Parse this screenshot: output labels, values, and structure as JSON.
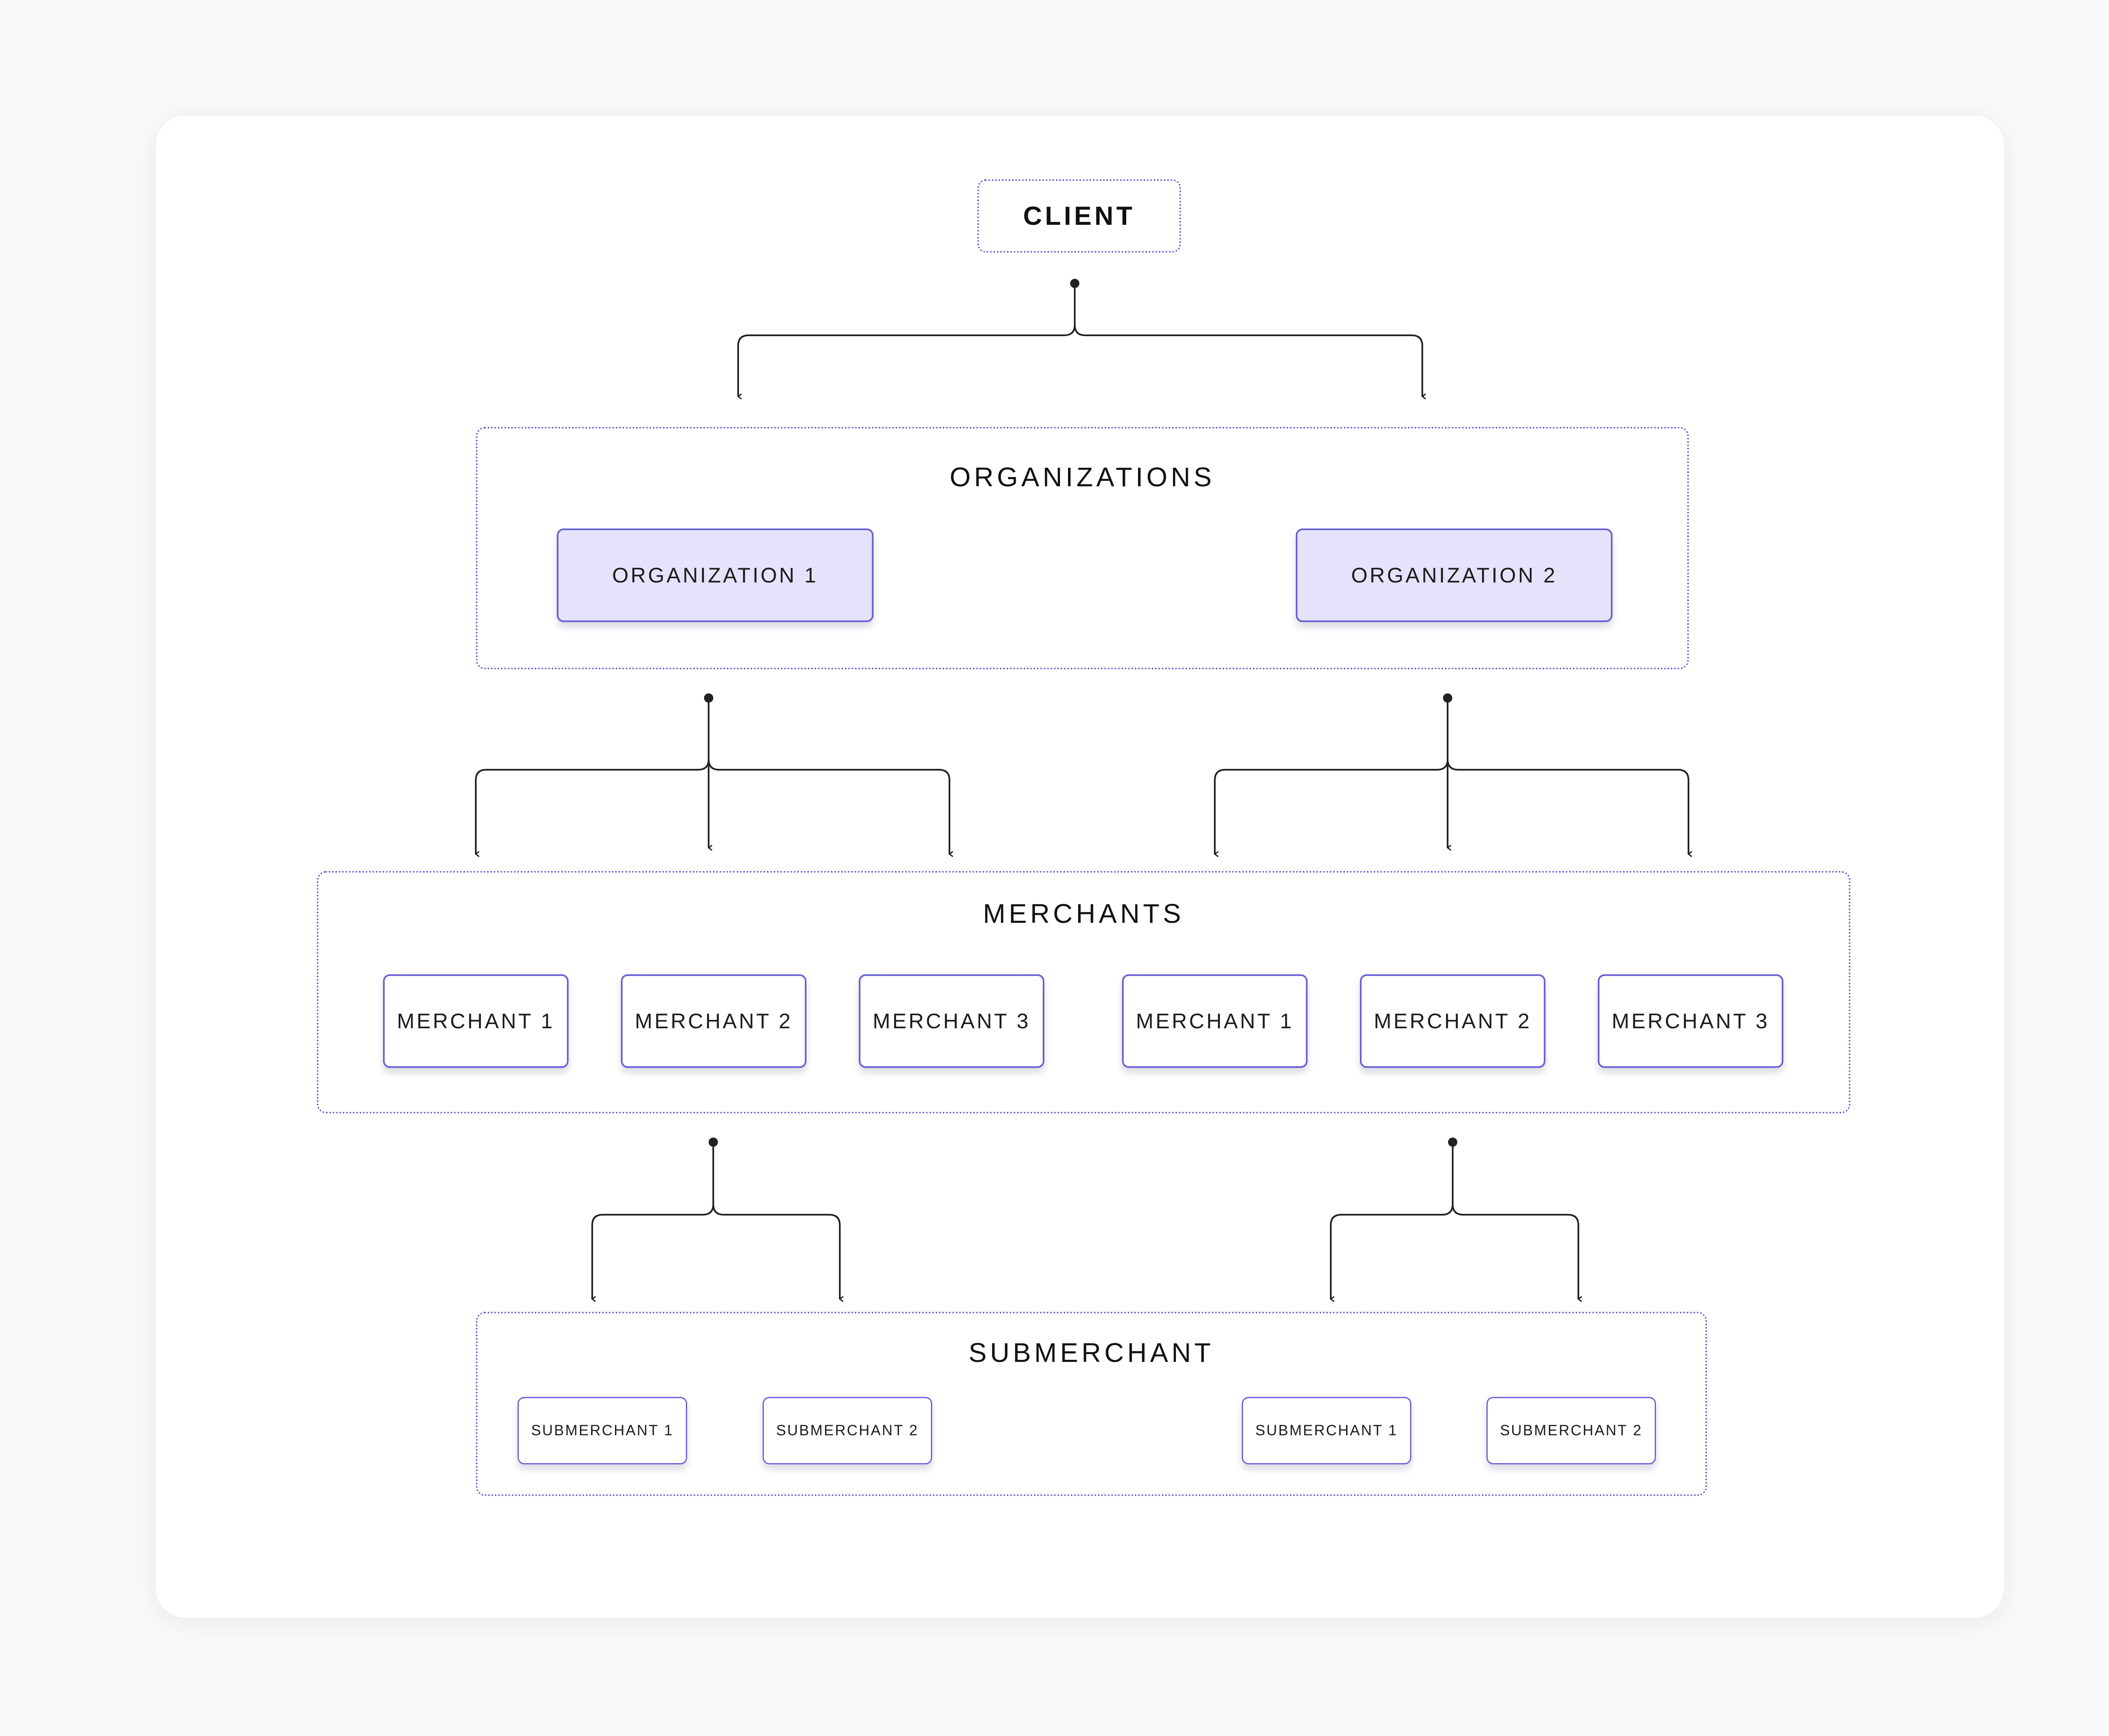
{
  "client": {
    "label": "CLIENT"
  },
  "organizations": {
    "title": "ORGANIZATIONS",
    "items": [
      "ORGANIZATION 1",
      "ORGANIZATION 2"
    ]
  },
  "merchants": {
    "title": "MERCHANTS",
    "items": [
      "MERCHANT 1",
      "MERCHANT 2",
      "MERCHANT 3",
      "MERCHANT 1",
      "MERCHANT 2",
      "MERCHANT 3"
    ]
  },
  "submerchants": {
    "title": "SUBMERCHANT",
    "items": [
      "SUBMERCHANT 1",
      "SUBMERCHANT 2",
      "SUBMERCHANT 1",
      "SUBMERCHANT 2"
    ]
  },
  "colors": {
    "border": "#6a62d8",
    "organization_fill": "#e4e3fb",
    "connector": "#222222",
    "card": "#ffffff",
    "background": "#f9f9f9"
  }
}
